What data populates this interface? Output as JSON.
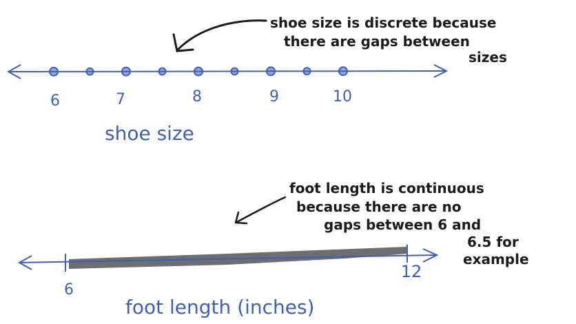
{
  "colors": {
    "ink_blue": "#3f5fb8",
    "ink_black": "#1a1a1a",
    "shade": "#5a5a5a"
  },
  "discrete_line": {
    "ticks": [
      "6",
      "7",
      "8",
      "9",
      "10"
    ],
    "points": [
      6,
      6.5,
      7,
      7.5,
      8,
      8.5,
      9,
      9.5,
      10
    ],
    "label": "shoe size",
    "note": [
      "shoe size is discrete because",
      "there are gaps between",
      "sizes"
    ]
  },
  "continuous_line": {
    "start_label": "6",
    "end_label": "12",
    "shaded_range": [
      6,
      12
    ],
    "label": "foot length (inches)",
    "note": [
      "foot length is continuous",
      "because there are no",
      "gaps between 6 and",
      "6.5 for",
      "example"
    ]
  }
}
